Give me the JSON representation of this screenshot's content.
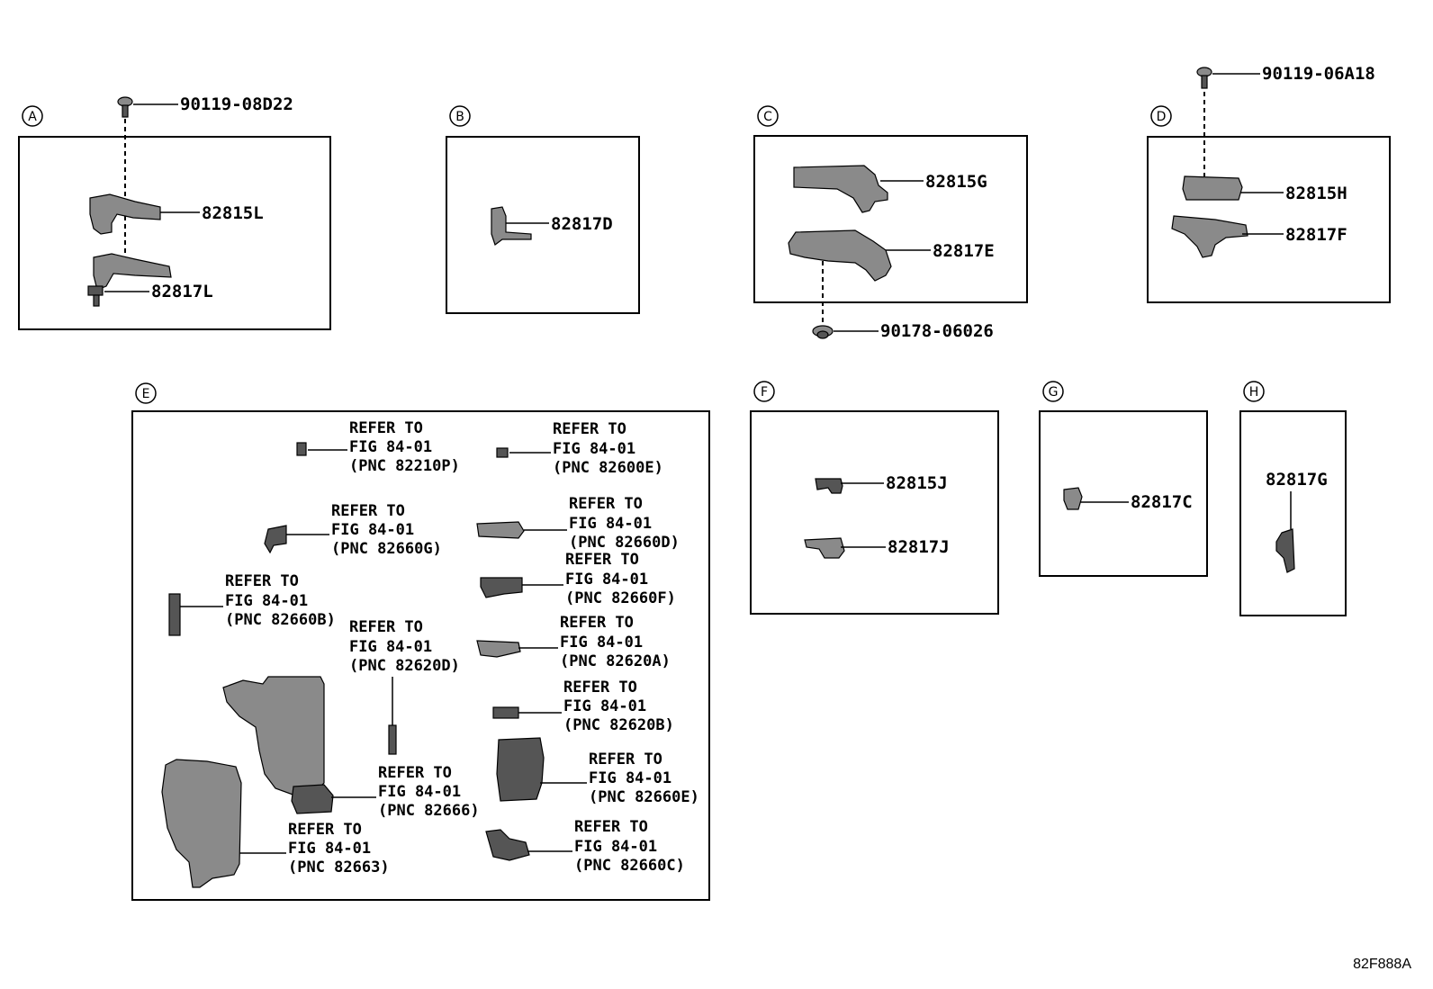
{
  "sections": {
    "A": {
      "letter": "A",
      "bolt": "90119-08D22",
      "parts": [
        "82815L",
        "82817L"
      ]
    },
    "B": {
      "letter": "B",
      "parts": [
        "82817D"
      ]
    },
    "C": {
      "letter": "C",
      "parts": [
        "82815G",
        "82817E"
      ],
      "clip": "90178-06026"
    },
    "D": {
      "letter": "D",
      "bolt": "90119-06A18",
      "parts": [
        "82815H",
        "82817F"
      ]
    },
    "E": {
      "letter": "E",
      "refs": [
        {
          "l1": "REFER TO",
          "l2": "FIG 84-01",
          "l3": "(PNC 82210P)"
        },
        {
          "l1": "REFER TO",
          "l2": "FIG 84-01",
          "l3": "(PNC 82600E)"
        },
        {
          "l1": "REFER TO",
          "l2": "FIG 84-01",
          "l3": "(PNC 82660G)"
        },
        {
          "l1": "REFER TO",
          "l2": "FIG 84-01",
          "l3": "(PNC 82660D)"
        },
        {
          "l1": "REFER TO",
          "l2": "FIG 84-01",
          "l3": "(PNC 82660F)"
        },
        {
          "l1": "REFER TO",
          "l2": "FIG 84-01",
          "l3": "(PNC 82660B)"
        },
        {
          "l1": "REFER TO",
          "l2": "FIG 84-01",
          "l3": "(PNC 82620D)"
        },
        {
          "l1": "REFER TO",
          "l2": "FIG 84-01",
          "l3": "(PNC 82620A)"
        },
        {
          "l1": "REFER TO",
          "l2": "FIG 84-01",
          "l3": "(PNC 82620B)"
        },
        {
          "l1": "REFER TO",
          "l2": "FIG 84-01",
          "l3": "(PNC 82660E)"
        },
        {
          "l1": "REFER TO",
          "l2": "FIG 84-01",
          "l3": "(PNC 82666)"
        },
        {
          "l1": "REFER TO",
          "l2": "FIG 84-01",
          "l3": "(PNC 82663)"
        },
        {
          "l1": "REFER TO",
          "l2": "FIG 84-01",
          "l3": "(PNC 82660C)"
        }
      ]
    },
    "F": {
      "letter": "F",
      "parts": [
        "82815J",
        "82817J"
      ]
    },
    "G": {
      "letter": "G",
      "parts": [
        "82817C"
      ]
    },
    "H": {
      "letter": "H",
      "parts": [
        "82817G"
      ]
    }
  },
  "figure_code": "82F888A"
}
